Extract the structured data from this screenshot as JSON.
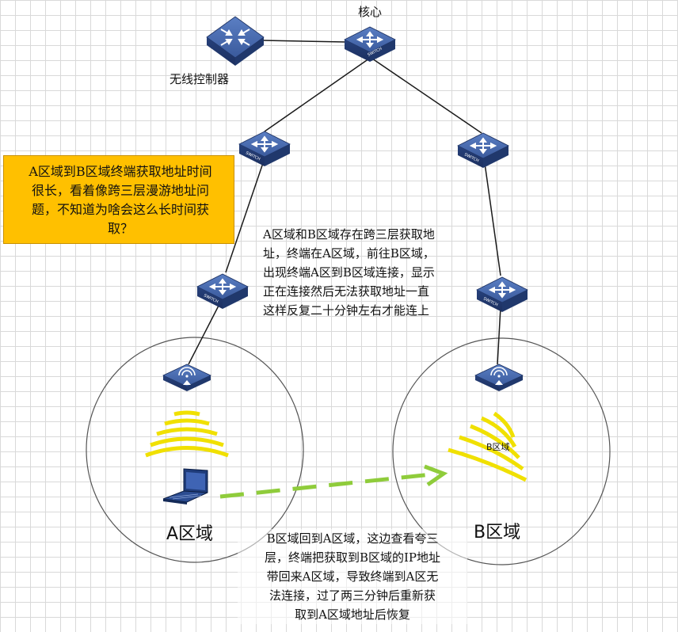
{
  "nodes": {
    "core_label": "核心",
    "controller_label": "无线控制器",
    "switch_text": "SWITCH",
    "area_a_label": "A区域",
    "area_b_label": "B区域",
    "area_b_inner_label": "B区域"
  },
  "notes": {
    "callout": "A区域到B区域终端获取地址时间\n很长，看着像跨三层漫游地址问\n题，不知道为啥会这么长时间获\n取？",
    "middle": "A区域和B区域存在跨三层获取地\n址，终端在A区域，前往B区域，\n出现终端A区到B区域连接，显示\n正在连接然后无法获取地址一直\n这样反复二十分钟左右才能连上",
    "bottom": "B区域回到A区域，这边查看夸三\n层，终端把获取到B区域的IP地址\n带回来A区域，导致终端到A区无\n法连接，过了两三分钟后重新获\n取到A区域地址后恢复"
  },
  "colors": {
    "callout_bg": "#ffc000",
    "device_blue": "#2f4f8f",
    "signal_yellow": "#f0e000",
    "roam_arrow_green": "#8fcc3b",
    "link_black": "#1a1a1a"
  },
  "icons": {
    "core": "switch-icon",
    "controller": "wireless-controller-icon",
    "distribution": "switch-icon",
    "access_point": "access-point-icon",
    "laptop": "laptop-icon"
  }
}
